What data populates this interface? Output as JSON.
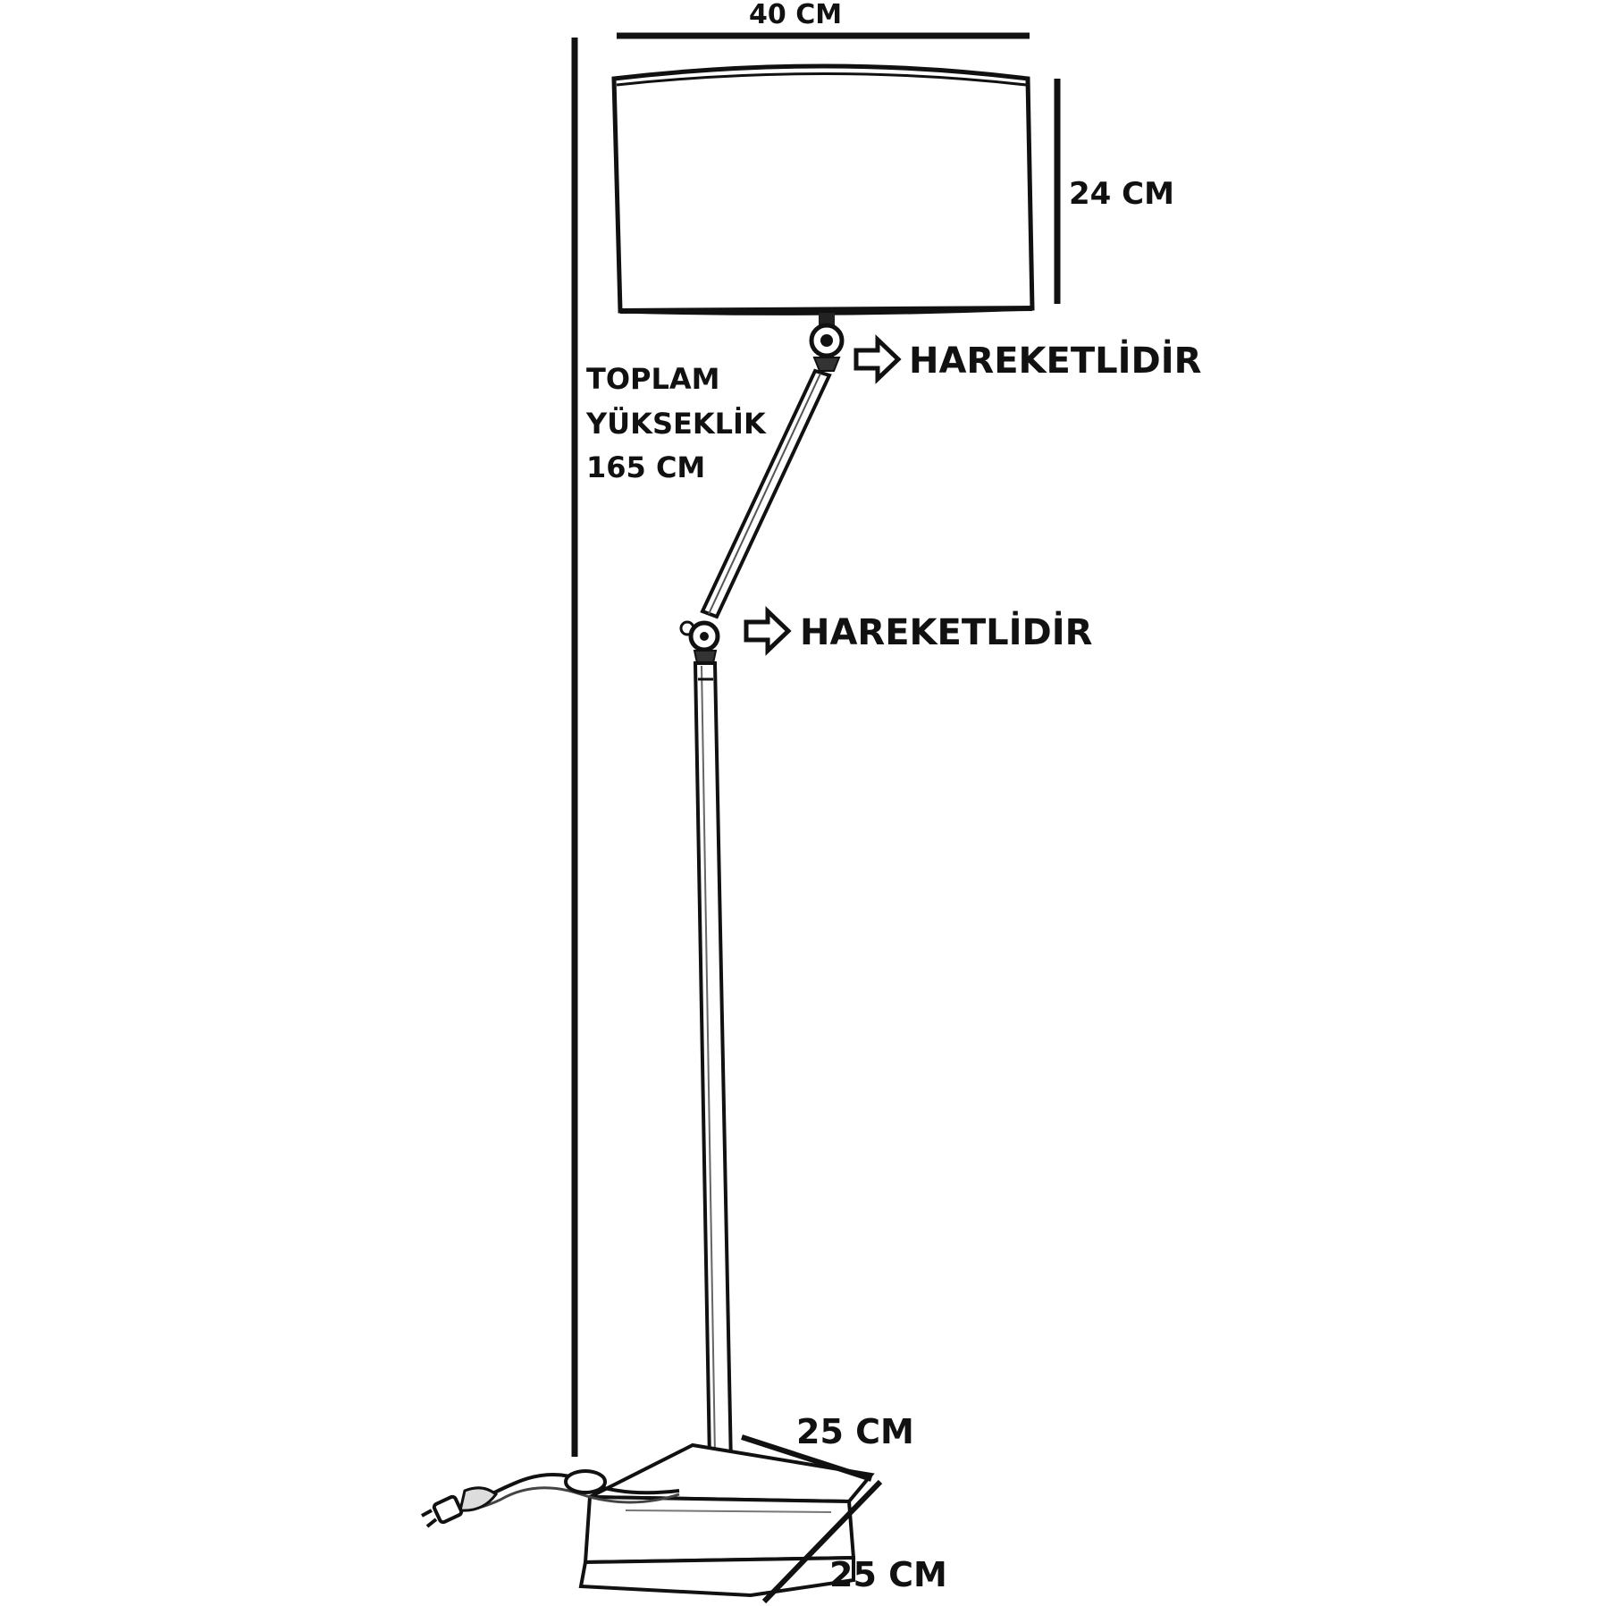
{
  "dimensions": {
    "shade_width": "40 CM",
    "shade_height": "24 CM",
    "total_height_line1": "TOPLAM",
    "total_height_line2": "YÜKSEKLİK",
    "total_height_line3": "165 CM",
    "base_width": "25 CM",
    "base_depth": "25 CM"
  },
  "annotations": {
    "upper_joint": "HAREKETLİDİR",
    "lower_joint": "HAREKETLİDİR"
  },
  "colors": {
    "line": "#111111",
    "background": "#ffffff"
  }
}
